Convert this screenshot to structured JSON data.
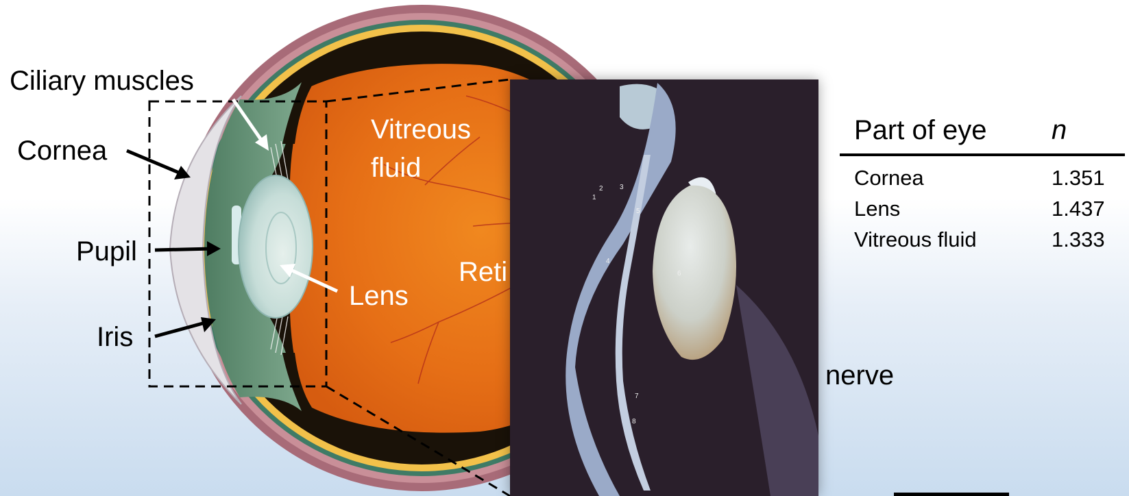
{
  "labels": {
    "ciliary_muscles": "Ciliary muscles",
    "cornea": "Cornea",
    "pupil": "Pupil",
    "iris": "Iris",
    "lens": "Lens",
    "vitreous_line1": "Vitreous",
    "vitreous_line2": "fluid",
    "retina_partial": "Reti",
    "nerve_partial": "nerve"
  },
  "table": {
    "header_part": "Part of eye",
    "header_n": "n",
    "rows": [
      {
        "part": "Cornea",
        "n": "1.351"
      },
      {
        "part": "Lens",
        "n": "1.437"
      },
      {
        "part": "Vitreous fluid",
        "n": "1.333"
      }
    ]
  },
  "photo_markers": [
    "1",
    "2",
    "3",
    "4",
    "5",
    "6",
    "7",
    "8"
  ],
  "colors": {
    "eye_interior": "#e8701e",
    "sclera": "#a86b78",
    "choroid_yellow": "#f2c14a",
    "ciliary_green": "#5e8a6c",
    "lens_blue": "#c9dfe0",
    "photo_background": "#2a1f2b"
  }
}
